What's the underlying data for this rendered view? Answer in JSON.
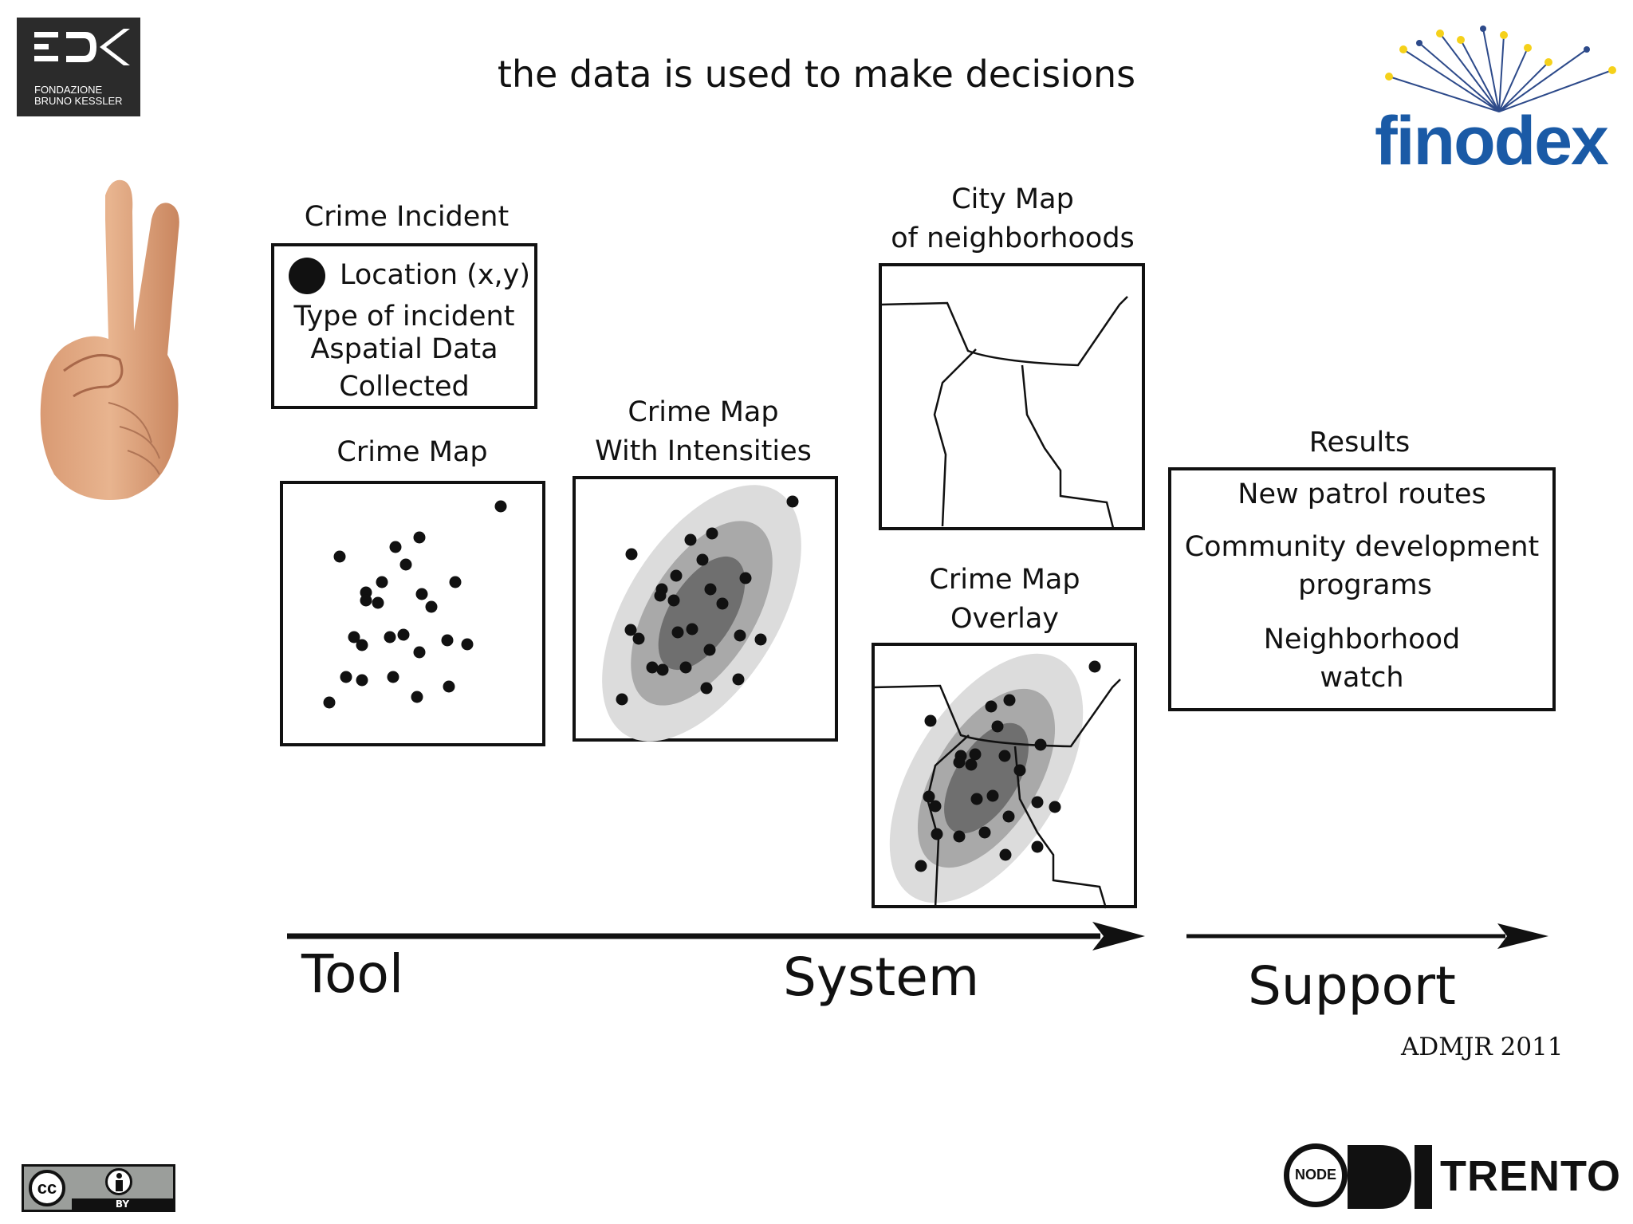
{
  "slide": {
    "title": "the data is used to make decisions"
  },
  "logos": {
    "fbk_lines": [
      "FONDAZIONE",
      "BRUNO KESSLER"
    ],
    "finodex": "finodex",
    "node_badge": "NODE",
    "trento": "TRENTO",
    "cc_label": "BY",
    "cc_badge": "cc"
  },
  "colors": {
    "finodex_blue": "#1a5aa6",
    "finodex_ray": "#f5d11a",
    "ellipse_outer": "#dcdcdc",
    "ellipse_mid": "#a9a9a9",
    "ellipse_inner": "#6f6f6f"
  },
  "diagram": {
    "crime_incident": {
      "title": "Crime Incident",
      "lines": [
        "Location (x,y)",
        "Type of incident",
        "Aspatial Data",
        "Collected"
      ]
    },
    "crime_map": {
      "title": "Crime Map"
    },
    "crime_map_intensities": {
      "title_lines": [
        "Crime Map",
        "With Intensities"
      ]
    },
    "city_map": {
      "title_lines": [
        "City Map",
        "of neighborhoods"
      ]
    },
    "crime_map_overlay": {
      "title_lines": [
        "Crime Map",
        "Overlay"
      ]
    },
    "results": {
      "title": "Results",
      "items": [
        "New patrol routes",
        "Community development",
        "programs",
        "Neighborhood",
        "watch"
      ]
    },
    "stages": {
      "tool": "Tool",
      "system": "System",
      "support": "Support"
    },
    "credit": "ADMJR 2011"
  }
}
